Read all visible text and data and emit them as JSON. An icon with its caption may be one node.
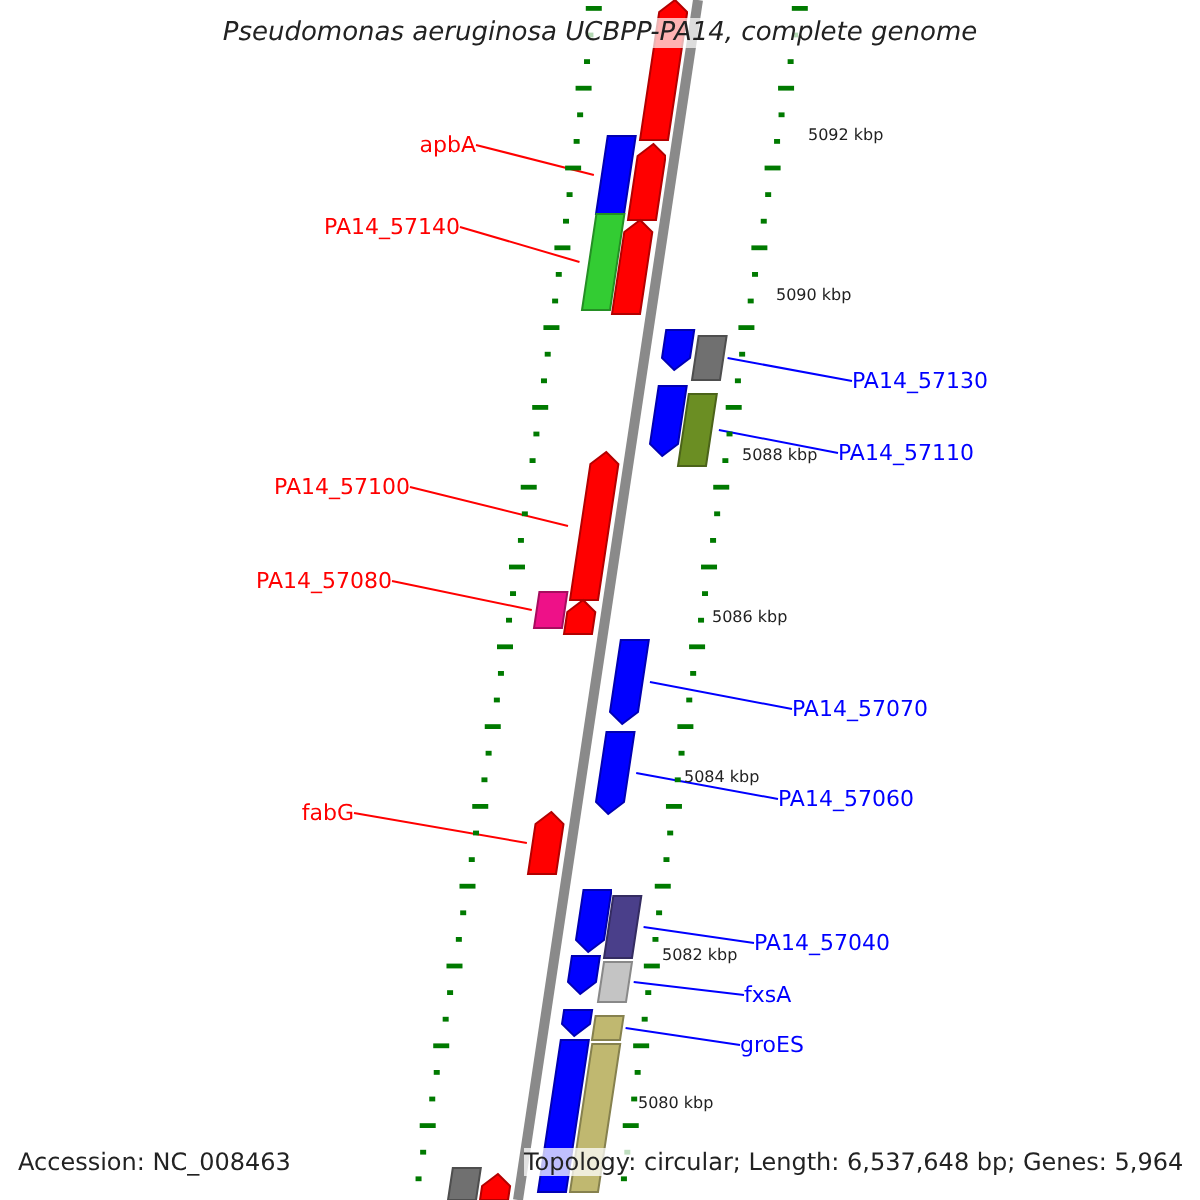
{
  "diagram": {
    "title": "Pseudomonas aeruginosa UCBPP-PA14, complete genome",
    "nodes": [
      {
        "text": [
          "apbA"
        ]
      },
      {
        "text": [
          "PA14_57140"
        ]
      },
      {
        "text": [
          "PA14_57130"
        ]
      },
      {
        "text": [
          "PA14_57110"
        ]
      },
      {
        "text": [
          "PA14_57100"
        ]
      },
      {
        "text": [
          "PA14_57080"
        ]
      },
      {
        "text": [
          "PA14_57070"
        ]
      },
      {
        "text": [
          "PA14_57060"
        ]
      },
      {
        "text": [
          "fabG"
        ]
      },
      {
        "text": [
          "PA14_57040"
        ]
      },
      {
        "text": [
          "fxsA"
        ]
      },
      {
        "text": [
          "groES"
        ]
      },
      {
        "text": [],
        "shape": "bar"
      },
      {
        "text": [],
        "shape": "bar"
      },
      {
        "text": [],
        "shape": "bar"
      },
      {
        "text": [],
        "shape": "bar"
      },
      {
        "text": [],
        "shape": "bar"
      },
      {
        "text": [],
        "shape": "bar"
      },
      {
        "text": [],
        "shape": "bar"
      },
      {
        "text": [],
        "shape": "bar"
      },
      {
        "text": [],
        "shape": "bar"
      },
      {
        "text": [],
        "shape": "bar"
      },
      {
        "text": [],
        "shape": "bar"
      },
      {
        "text": [],
        "shape": "bar"
      },
      {
        "text": [],
        "shape": "bar"
      },
      {
        "text": [],
        "shape": "bar"
      },
      {
        "text": [],
        "shape": "bar"
      },
      {
        "text": [],
        "shape": "bar"
      },
      {
        "text": [],
        "shape": "bar"
      },
      {
        "text": [],
        "shape": "bar"
      },
      {
        "text": [],
        "shape": "bar"
      },
      {
        "text": [],
        "shape": "bar"
      },
      {
        "text": [],
        "shape": "bar"
      },
      {
        "text": [],
        "shape": "bar"
      },
      {
        "text": [],
        "shape": "bar"
      },
      {
        "text": [],
        "shape": "bar"
      },
      {
        "text": [],
        "shape": "bar"
      }
    ],
    "edges": [
      {
        "from": 0,
        "to": 13,
        "arrow": "none",
        "color": "#ff0000"
      },
      {
        "from": 1,
        "to": 15,
        "arrow": "none",
        "color": "#ff0000"
      },
      {
        "from": 2,
        "to": 18,
        "arrow": "none",
        "color": "#0000ff"
      },
      {
        "from": 3,
        "to": 20,
        "arrow": "none",
        "color": "#0000ff"
      },
      {
        "from": 4,
        "to": 21,
        "arrow": "none",
        "color": "#ff0000"
      },
      {
        "from": 5,
        "to": 22,
        "arrow": "none",
        "color": "#ff0000"
      },
      {
        "from": 6,
        "to": 24,
        "arrow": "none",
        "color": "#0000ff"
      },
      {
        "from": 7,
        "to": 25,
        "arrow": "none",
        "color": "#0000ff"
      },
      {
        "from": 8,
        "to": 26,
        "arrow": "none",
        "color": "#ff0000"
      },
      {
        "from": 9,
        "to": 28,
        "arrow": "none",
        "color": "#0000ff"
      },
      {
        "from": 10,
        "to": 30,
        "arrow": "none",
        "color": "#0000ff"
      },
      {
        "from": 11,
        "to": 32,
        "arrow": "none",
        "color": "#0000ff"
      }
    ],
    "labels": [
      "5092 kbp",
      "5090 kbp",
      "5088 kbp",
      "5086 kbp",
      "5084 kbp",
      "5082 kbp",
      "5080 kbp",
      "Accession: NC_008463",
      "Topology: circular; Length: 6,537,648 bp; Genes: 5,964"
    ]
  }
}
